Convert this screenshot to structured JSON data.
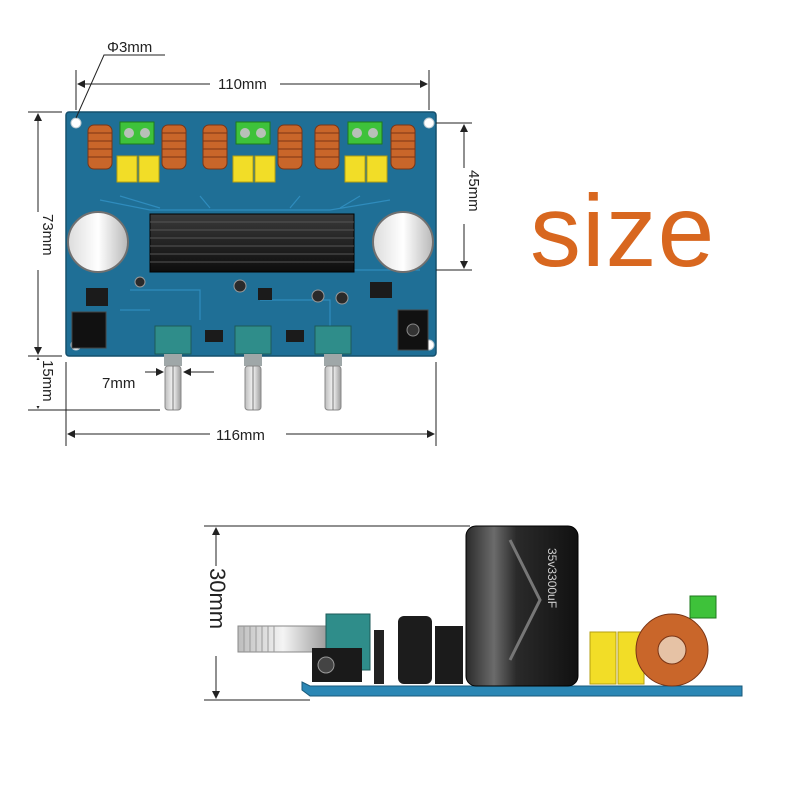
{
  "title": "size",
  "colors": {
    "accent": "#d8671f",
    "pcb": "#1f6f96",
    "pcb_light": "#2b87b5"
  },
  "top_view": {
    "hole_diameter": "Φ3mm",
    "hole_spacing_width": "110mm",
    "total_width": "116mm",
    "total_height": "73mm",
    "hole_spacing_height": "45mm",
    "knob_height": "15mm",
    "knob_spacing": "7mm"
  },
  "side_view": {
    "height": "30mm",
    "capacitor_text": "35v3300uF"
  }
}
